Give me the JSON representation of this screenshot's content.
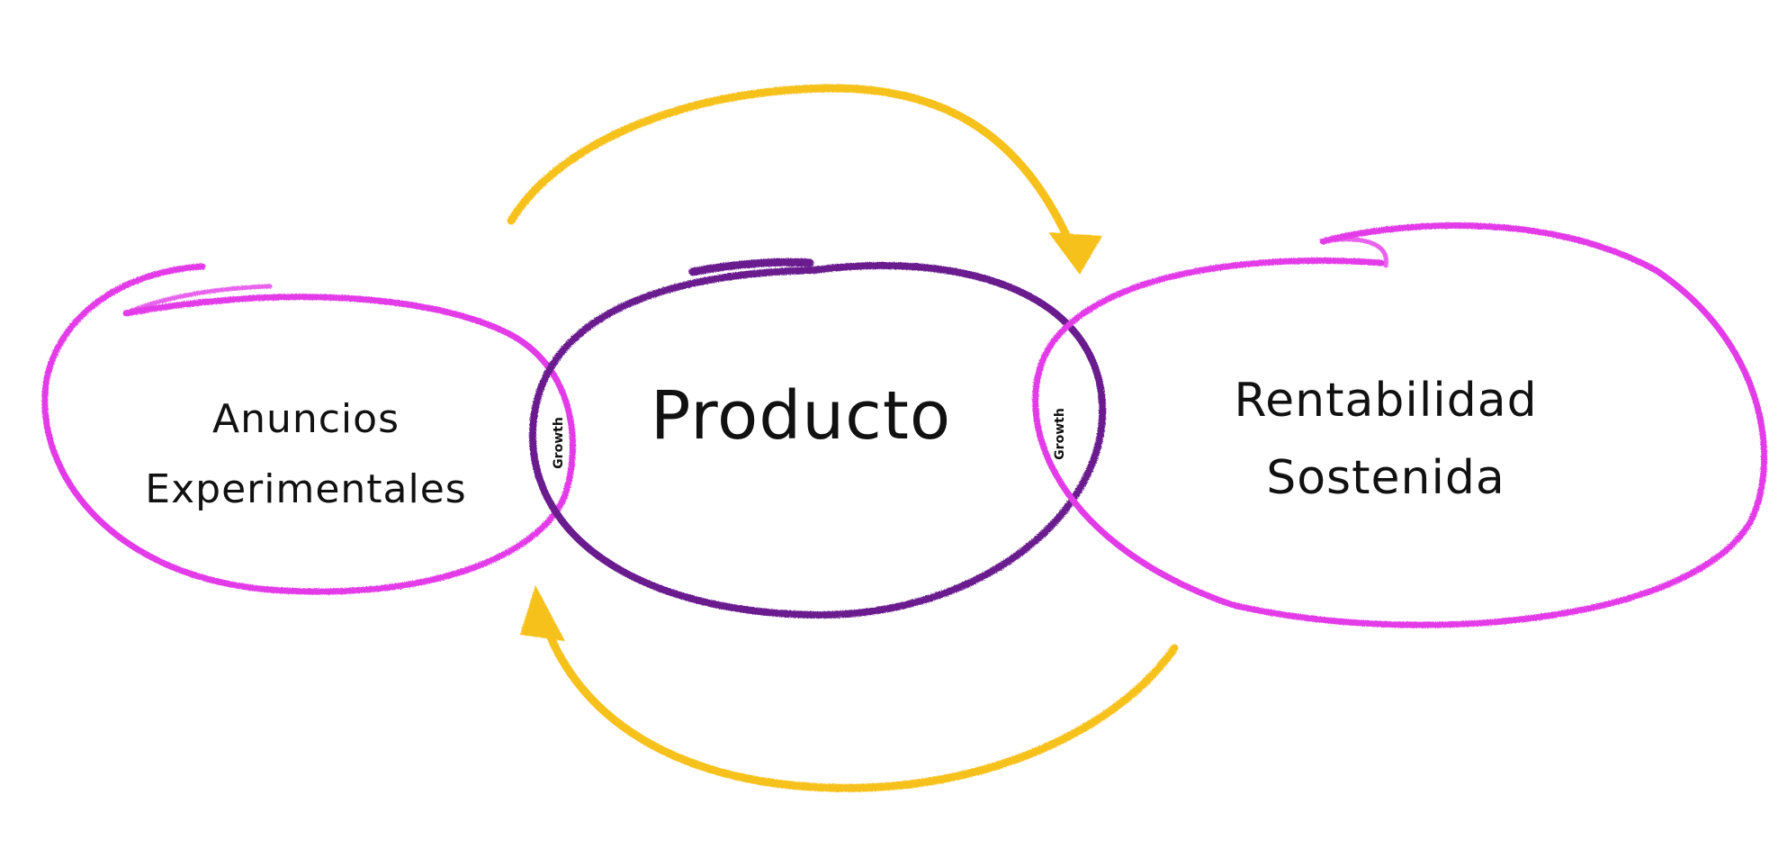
{
  "diagram": {
    "left_node": {
      "line1": "Anuncios",
      "line2": "Experimentales"
    },
    "center_node": {
      "label": "Producto"
    },
    "right_node": {
      "line1": "Rentabilidad",
      "line2": "Sostenida"
    },
    "left_overlap_label": "Growth",
    "right_overlap_label": "Growth"
  },
  "colors": {
    "outer_ellipses": "#e33be8",
    "center_ellipse": "#6a1b8f",
    "arrows": "#f7c11c",
    "text": "#111111",
    "background": "#ffffff"
  }
}
